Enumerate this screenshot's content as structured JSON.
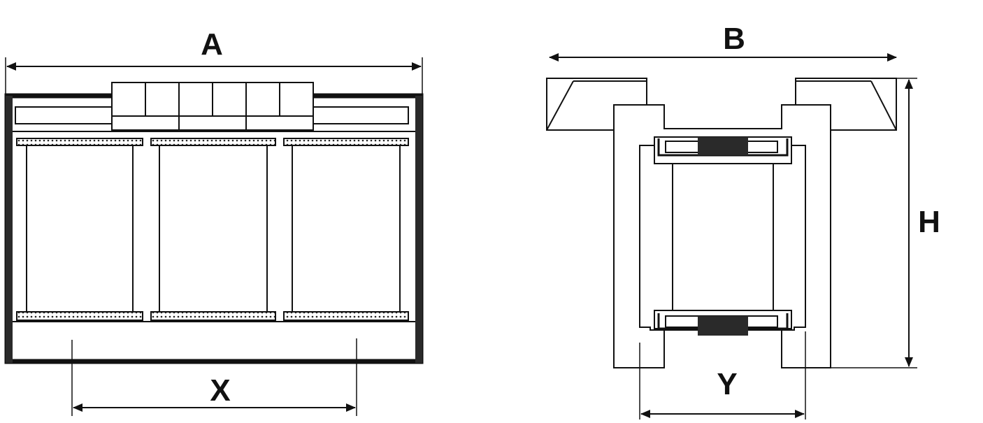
{
  "diagram": {
    "front_view": {
      "width_label": "A",
      "spacing_label": "X"
    },
    "side_view": {
      "width_label": "B",
      "height_label": "H",
      "spacing_label": "Y"
    }
  },
  "colors": {
    "line": "#111111",
    "frame_fill": "#2a2a2a",
    "background": "#ffffff"
  }
}
